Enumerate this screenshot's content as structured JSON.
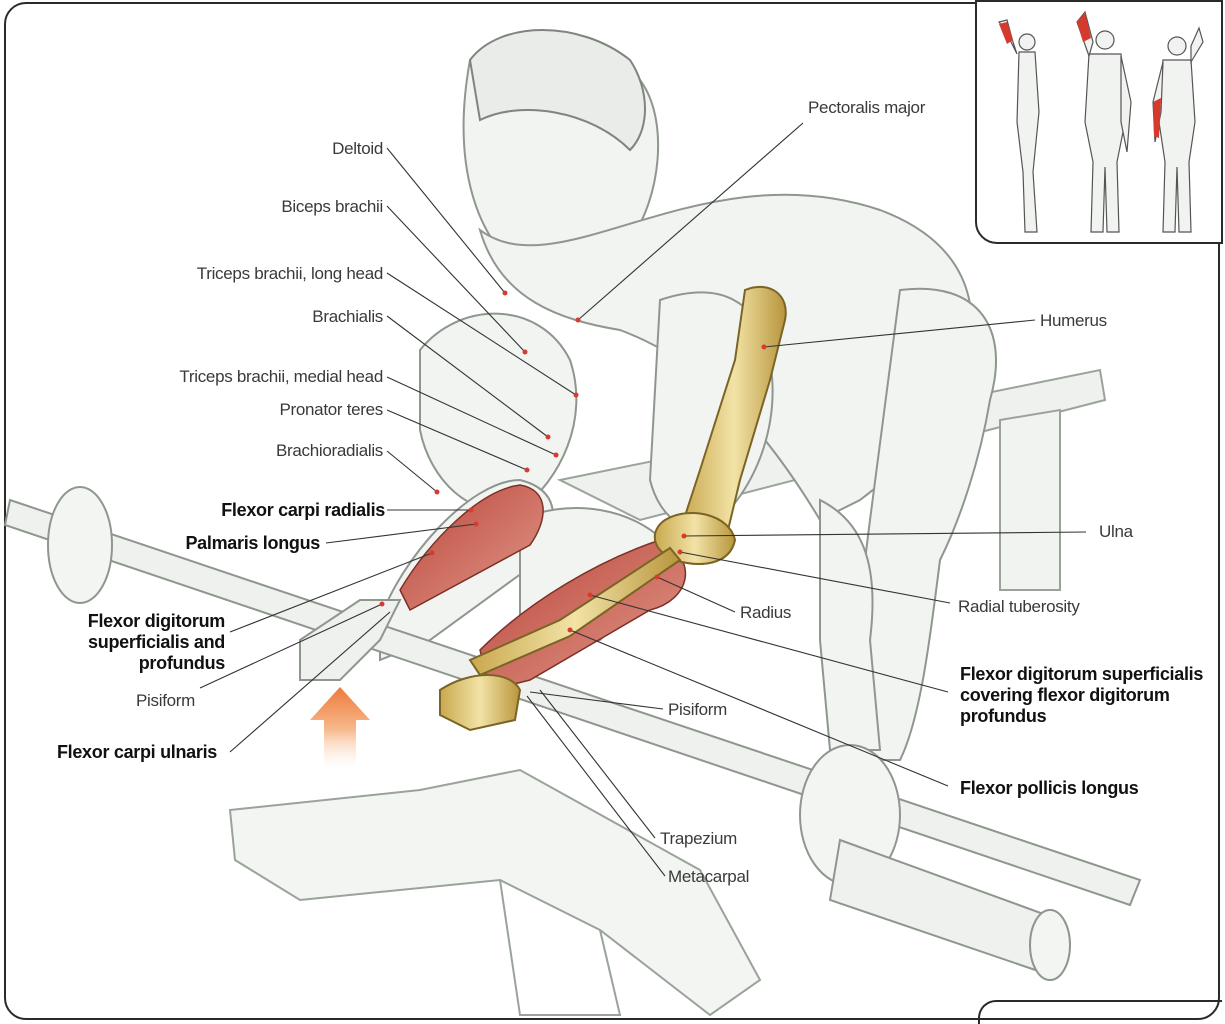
{
  "labels": {
    "deltoid": "Deltoid",
    "biceps_brachii": "Biceps brachii",
    "triceps_long_head": "Triceps brachii, long head",
    "brachialis": "Brachialis",
    "triceps_medial_head": "Triceps brachii, medial head",
    "pronator_teres": "Pronator teres",
    "brachioradialis": "Brachioradialis",
    "flexor_carpi_radialis": "Flexor carpi radialis",
    "palmaris_longus": "Palmaris longus",
    "flexor_digitorum_sup_prof": [
      "Flexor digitorum",
      "superficialis and",
      "profundus"
    ],
    "pisiform_left": "Pisiform",
    "flexor_carpi_ulnaris": "Flexor carpi ulnaris",
    "pectoralis_major": "Pectoralis major",
    "humerus": "Humerus",
    "ulna": "Ulna",
    "radius": "Radius",
    "radial_tuberosity": "Radial tuberosity",
    "pisiform_right": "Pisiform",
    "flexor_digitorum_covering": [
      "Flexor digitorum superficialis",
      "covering flexor digitorum",
      "profundus"
    ],
    "flexor_pollicis_longus": "Flexor pollicis longus",
    "trapezium": "Trapezium",
    "metacarpal": "Metacarpal"
  },
  "colors": {
    "muscle_highlight": "#c0392b",
    "bone": "#e6d28a",
    "arrow": "#f08a4b",
    "leader_dot": "#d93a2e"
  },
  "icons": {
    "lift_direction": "up-arrow-icon",
    "inset_figures": "muscle-figures-icon"
  }
}
